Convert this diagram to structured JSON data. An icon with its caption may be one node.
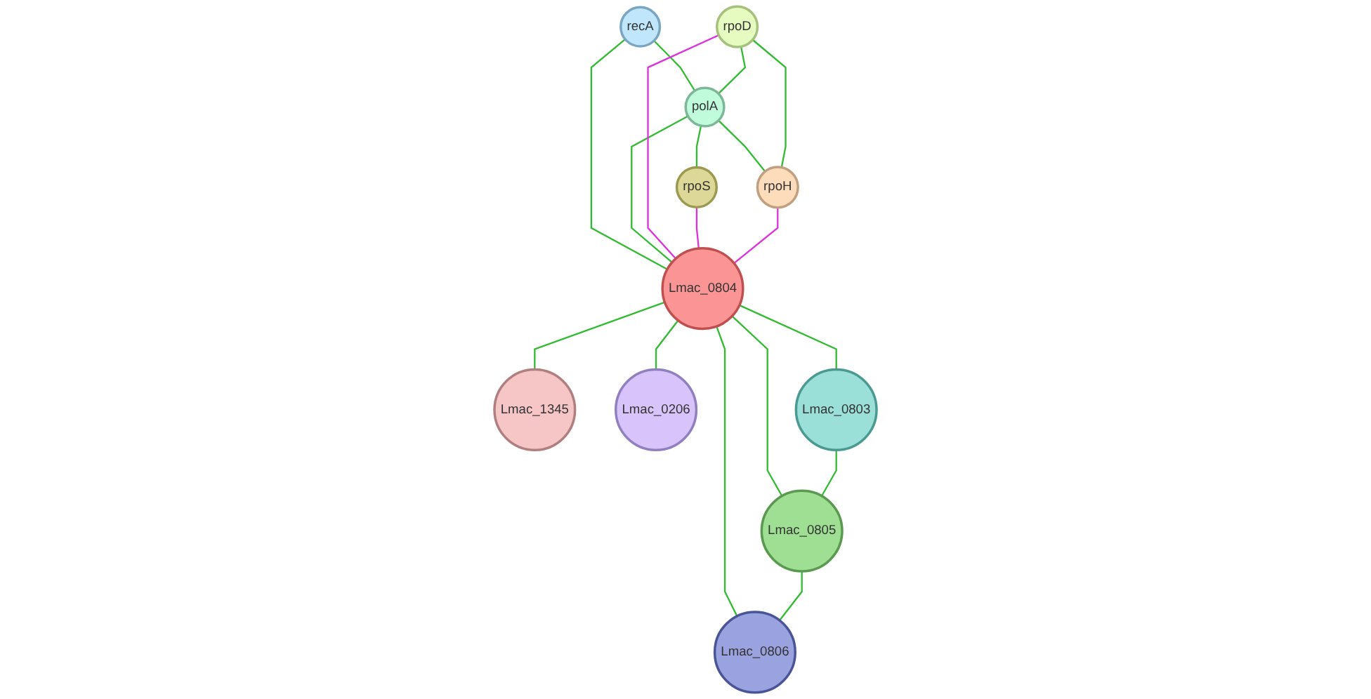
{
  "diagram": {
    "nodes": [
      {
        "text": [
          "recA"
        ]
      },
      {
        "text": [
          "rpoD"
        ]
      },
      {
        "text": [
          "polA"
        ]
      },
      {
        "text": [
          "rpoS"
        ]
      },
      {
        "text": [
          "rpoH"
        ]
      },
      {
        "text": [
          "Lmac_0804"
        ]
      },
      {
        "text": [
          "Lmac_1345"
        ]
      },
      {
        "text": [
          "Lmac_0206"
        ]
      },
      {
        "text": [
          "Lmac_0803"
        ]
      },
      {
        "text": [
          "Lmac_0806"
        ]
      },
      {
        "text": [
          "Lmac_0805"
        ]
      }
    ],
    "edges": [
      {
        "from": 0,
        "to": 2,
        "arrow": "none"
      },
      {
        "from": 0,
        "to": 5,
        "arrow": "none"
      },
      {
        "from": 1,
        "to": 2,
        "arrow": "none"
      },
      {
        "from": 2,
        "to": 3,
        "arrow": "none"
      },
      {
        "from": 2,
        "to": 4,
        "arrow": "none"
      },
      {
        "from": 2,
        "to": 5,
        "arrow": "none"
      },
      {
        "from": 1,
        "to": 4,
        "arrow": "none"
      },
      {
        "from": 1,
        "to": 5,
        "arrow": "none",
        "color": "#dd33dd"
      },
      {
        "from": 3,
        "to": 5,
        "arrow": "none",
        "color": "#dd33dd"
      },
      {
        "from": 4,
        "to": 5,
        "arrow": "none",
        "color": "#dd33dd"
      },
      {
        "from": 5,
        "to": 6,
        "arrow": "none"
      },
      {
        "from": 5,
        "to": 7,
        "arrow": "none"
      },
      {
        "from": 5,
        "to": 8,
        "arrow": "none"
      },
      {
        "from": 5,
        "to": 10,
        "arrow": "none"
      },
      {
        "from": 5,
        "to": 9,
        "arrow": "none"
      },
      {
        "from": 8,
        "to": 10,
        "arrow": "none"
      },
      {
        "from": 10,
        "to": 9,
        "arrow": "none"
      }
    ]
  }
}
